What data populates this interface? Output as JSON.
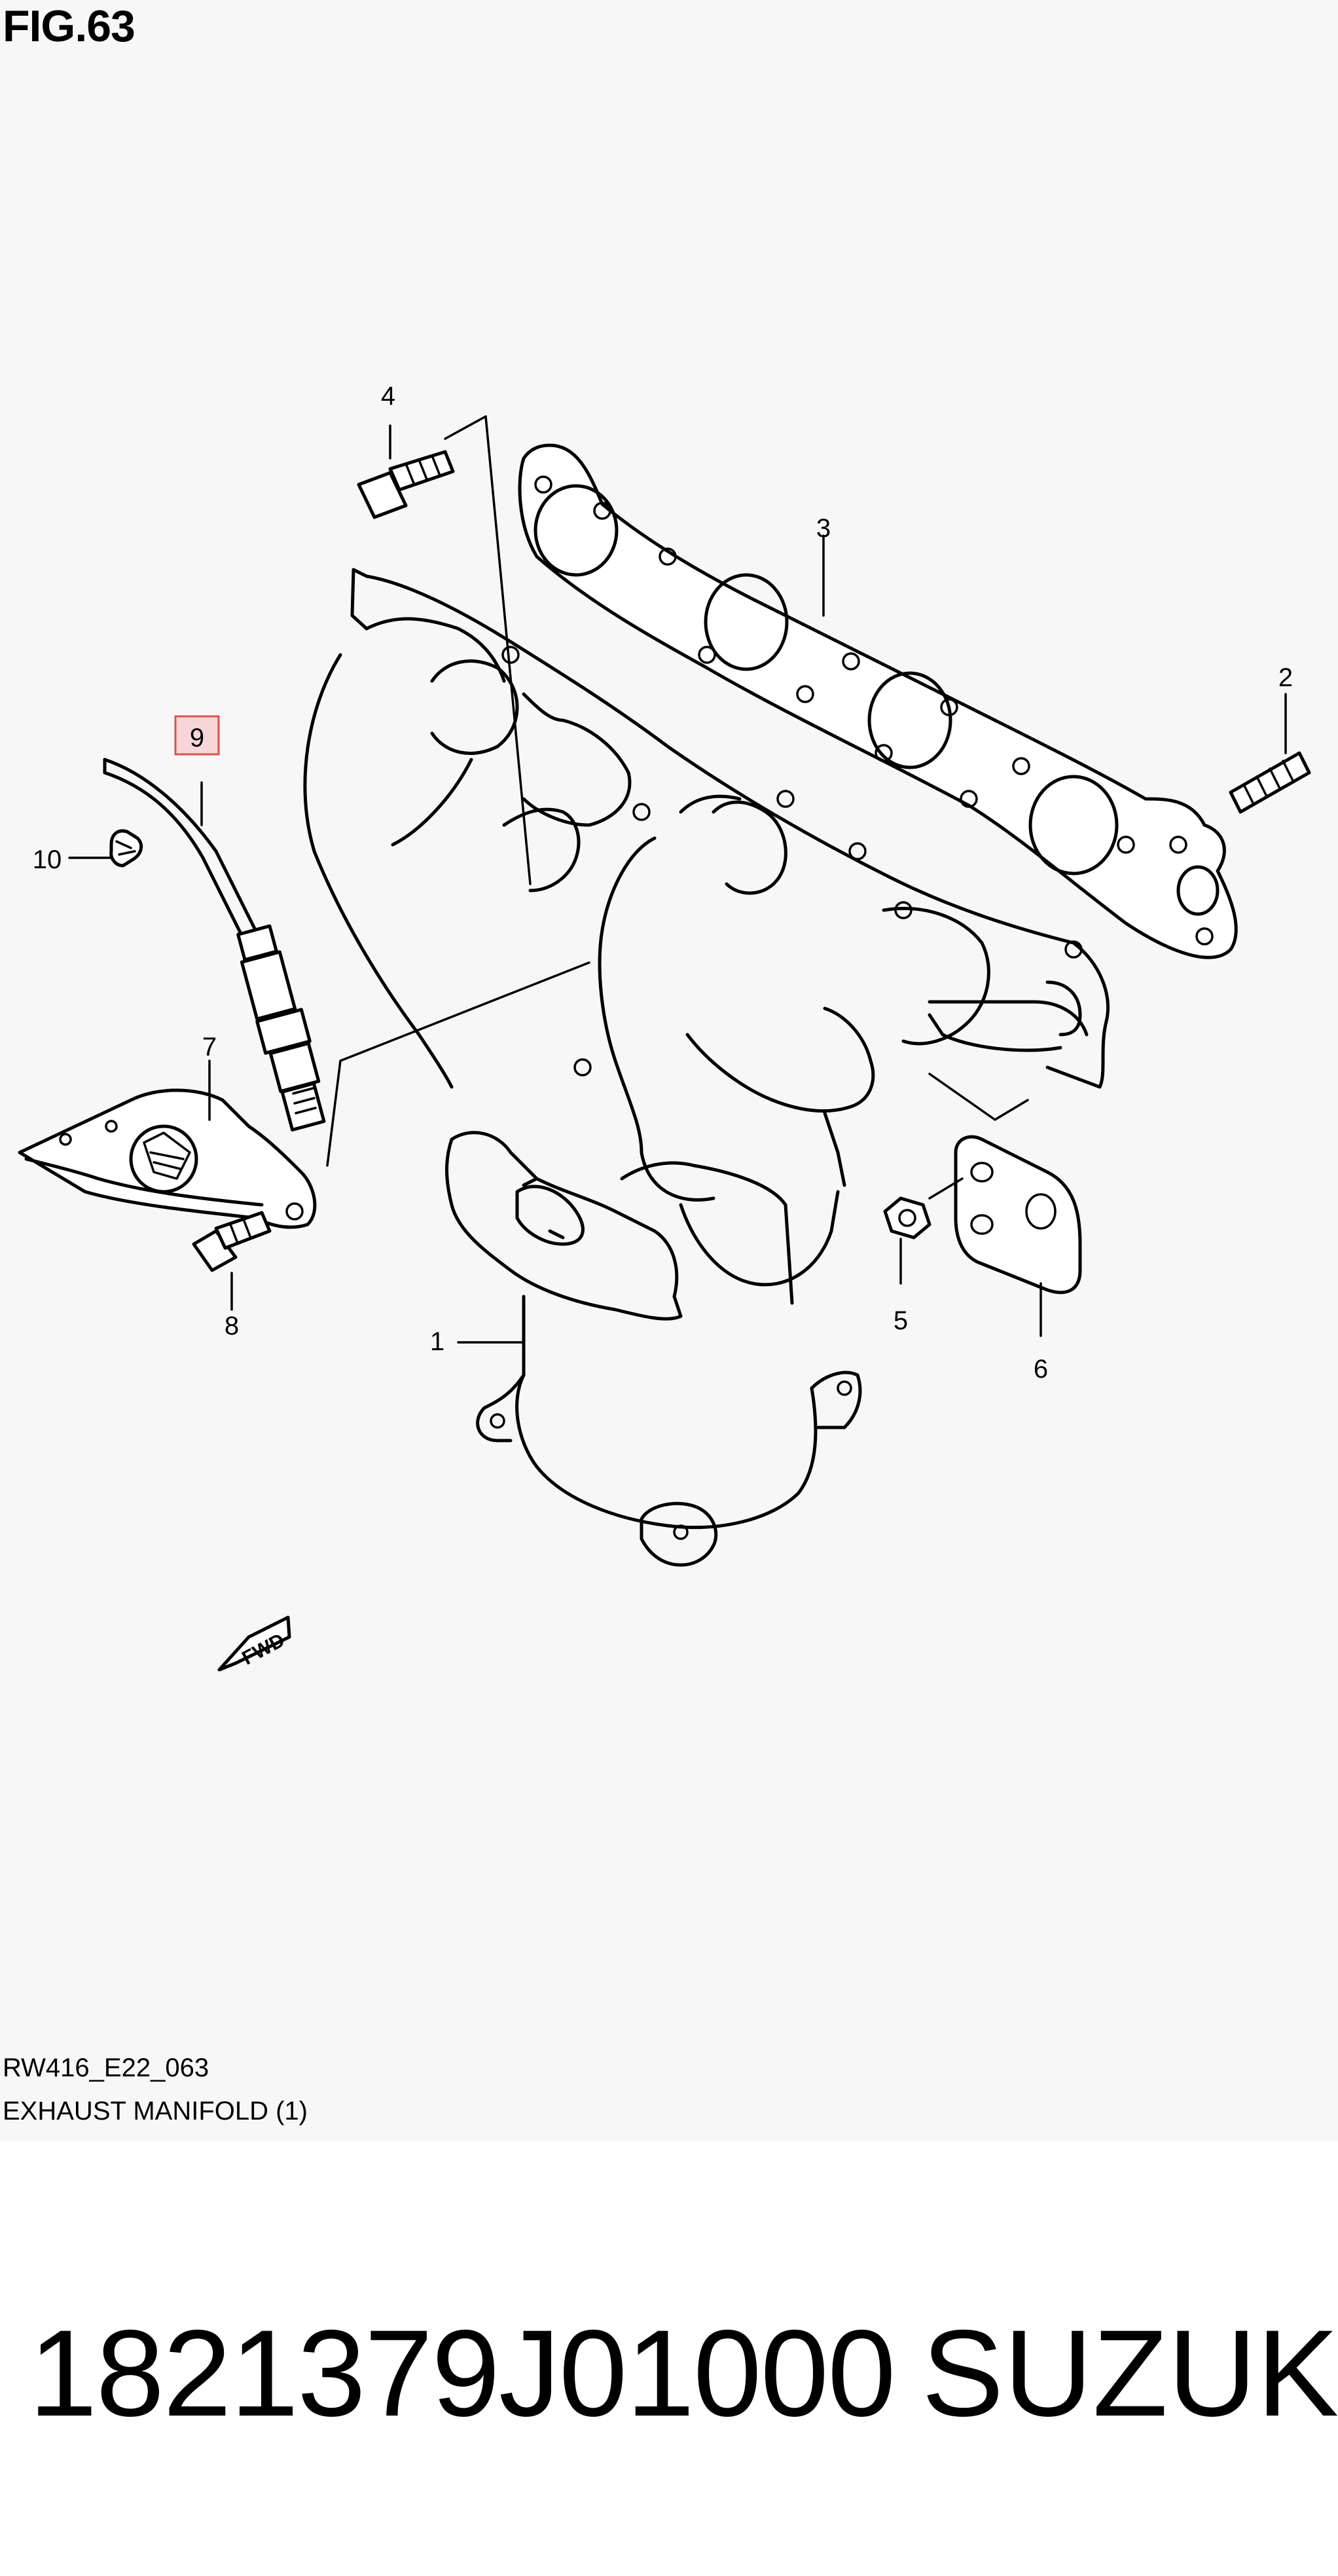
{
  "figure": {
    "title": "FIG.63",
    "code": "RW416_E22_063",
    "description": "EXHAUST MANIFOLD (1)"
  },
  "callouts": [
    {
      "id": "1",
      "label": "1"
    },
    {
      "id": "2",
      "label": "2"
    },
    {
      "id": "3",
      "label": "3"
    },
    {
      "id": "4",
      "label": "4"
    },
    {
      "id": "5",
      "label": "5"
    },
    {
      "id": "6",
      "label": "6"
    },
    {
      "id": "7",
      "label": "7"
    },
    {
      "id": "8",
      "label": "8"
    },
    {
      "id": "9",
      "label": "9",
      "highlighted": true
    },
    {
      "id": "10",
      "label": "10"
    }
  ],
  "direction_marker": "FWD",
  "footer": {
    "part_number": "1821379J01000",
    "brand": "SUZUKI"
  },
  "colors": {
    "sheet_background": "#f7f7f7",
    "highlight_fill": "#f7d6d8",
    "highlight_stroke": "#d9534f",
    "line": "#000000"
  }
}
